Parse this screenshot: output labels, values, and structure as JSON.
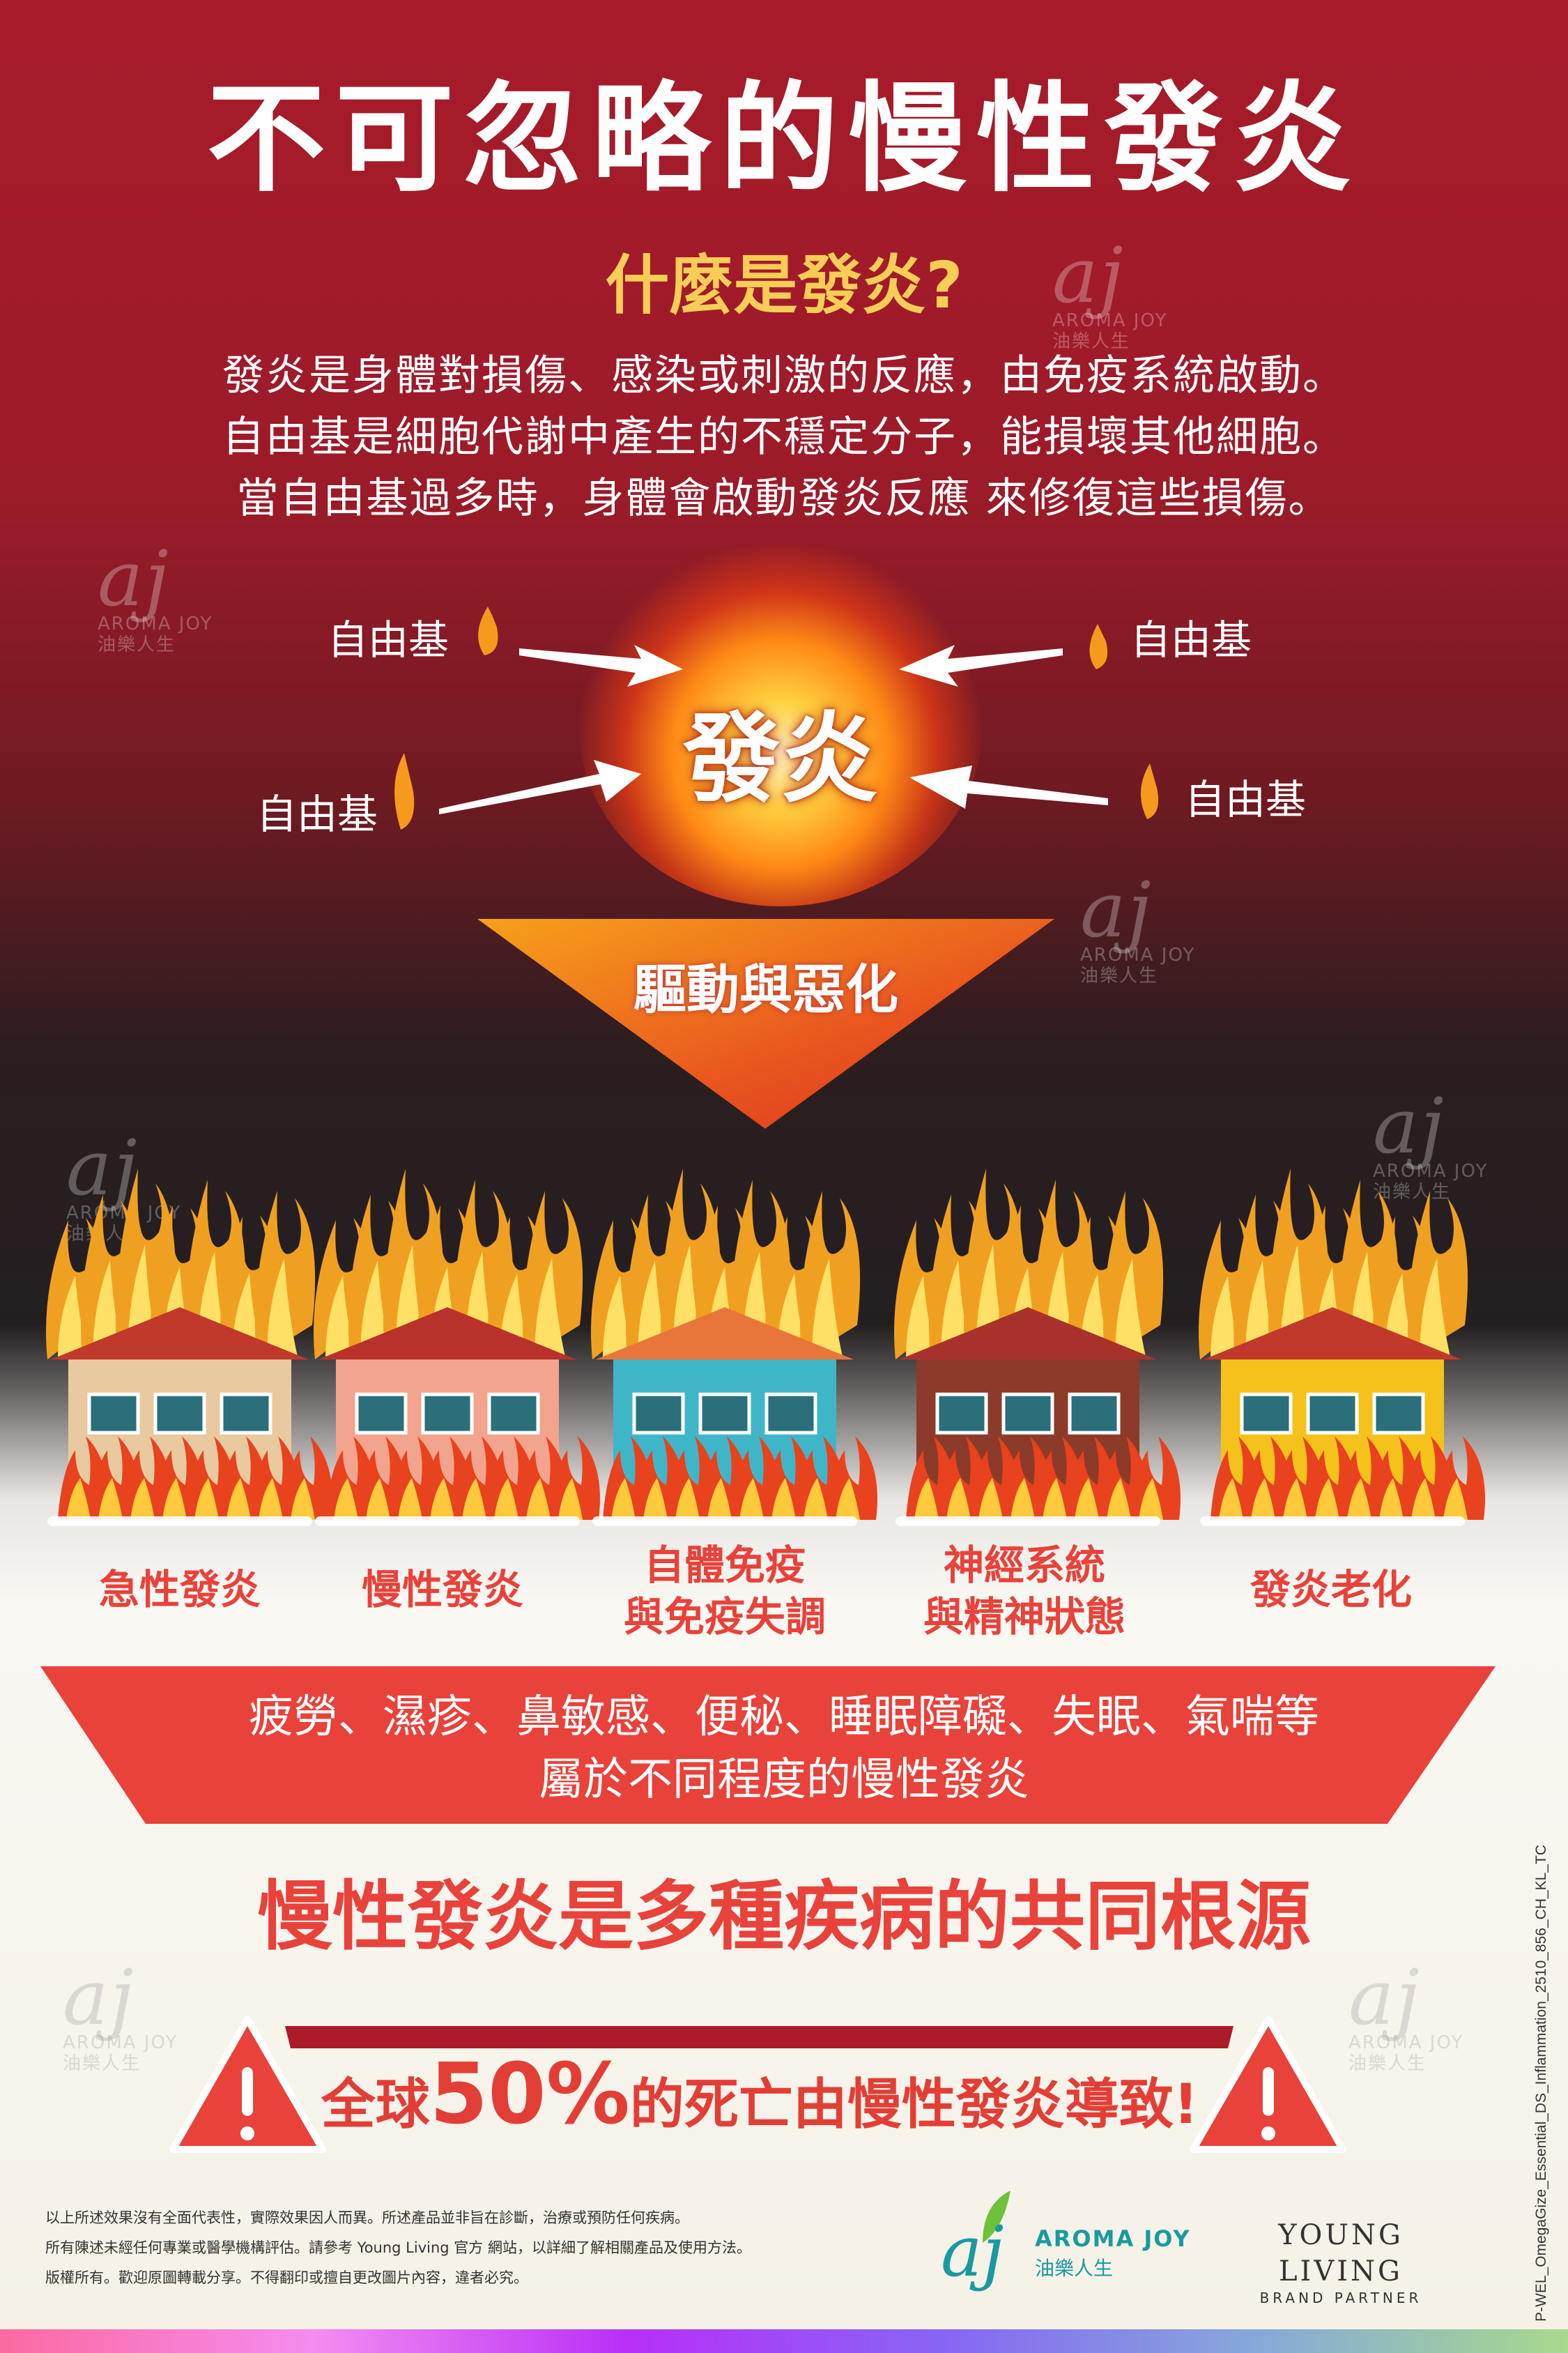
{
  "title": "不可忽略的慢性發炎",
  "subtitle": "什麼是發炎?",
  "intro": [
    "發炎是身體對損傷、感染或刺激的反應，由免疫系統啟動。",
    "自由基是細胞代謝中產生的不穩定分子，能損壞其他細胞。",
    "當自由基過多時，身體會啟動發炎反應 來修復這些損傷。"
  ],
  "diagram": {
    "free_radical": "自由基",
    "center": "發炎",
    "arrow_label": "驅動與惡化"
  },
  "conditions": [
    {
      "line1": "急性發炎",
      "line2": ""
    },
    {
      "line1": "慢性發炎",
      "line2": ""
    },
    {
      "line1": "自體免疫",
      "line2": "與免疫失調"
    },
    {
      "line1": "神經系統",
      "line2": "與精神狀態"
    },
    {
      "line1": "發炎老化",
      "line2": ""
    }
  ],
  "band": {
    "line1": "疲勞、濕疹、鼻敏感、便秘、睡眠障礙、失眠、氣喘等",
    "line2": "屬於不同程度的慢性發炎"
  },
  "root_cause": "慢性發炎是多種疾病的共同根源",
  "warning": {
    "pre": "全球",
    "big": "50%",
    "post": "的死亡由慢性發炎導致!"
  },
  "footer": [
    "以上所述效果沒有全面代表性，實際效果因人而異。所述產品並非旨在診斷，治療或預防任何疾病。",
    "所有陳述未經任何專業或醫學機構評估。請參考 Young Living 官方 網站，以詳細了解相關產品及使用方法。",
    "版權所有。歡迎原圖轉載分享。不得翻印或擅自更改圖片內容，違者必究。"
  ],
  "logos": {
    "aroma_joy_en": "AROMA JOY",
    "aroma_joy_zh": "油樂人生",
    "aroma_joy_mark": "aj",
    "young_living": "YOUNG LIVING",
    "brand_partner": "BRAND PARTNER"
  },
  "doc_code": "P-WEL_OmegaGize_Essential_DS_Inflammation_2510_856_CH_KL_TC",
  "colors": {
    "red": "#e8423a",
    "dark_red": "#a81b2b",
    "yellow": "#f8cd57",
    "teal": "#1a9aa0",
    "cream": "#f5f1e7"
  }
}
